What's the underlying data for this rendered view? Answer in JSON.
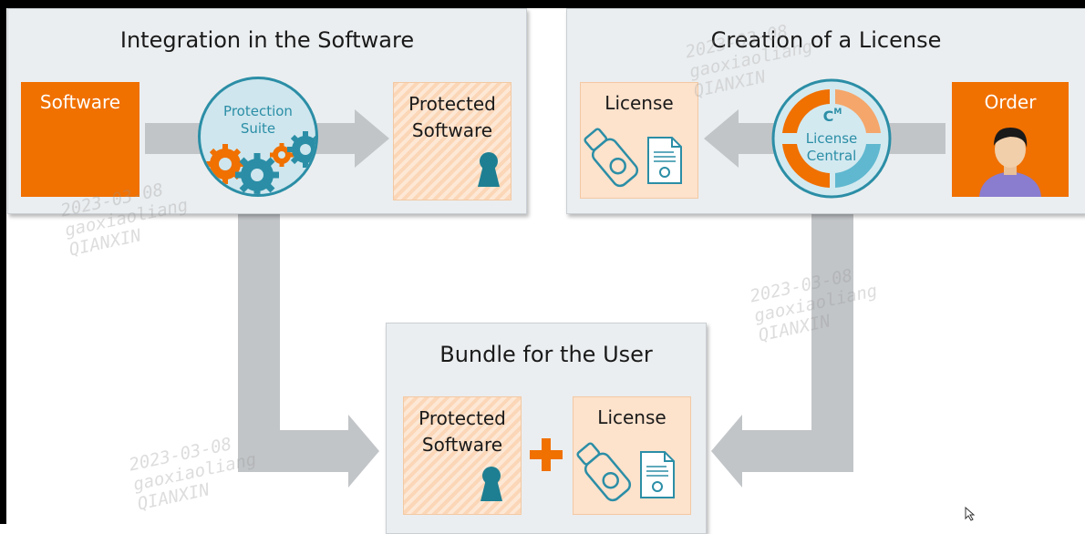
{
  "panels": {
    "integration": {
      "title": "Integration in the Software",
      "software_label": "Software",
      "suite_line1": "Protection",
      "suite_line2": "Suite",
      "protected_line1": "Protected",
      "protected_line2": "Software"
    },
    "license_creation": {
      "title": "Creation of a License",
      "license_label": "License",
      "central_line1": "License",
      "central_line2": "Central",
      "order_label": "Order"
    },
    "bundle": {
      "title": "Bundle for the User",
      "protected_line1": "Protected",
      "protected_line2": "Software",
      "license_label": "License"
    }
  },
  "watermark": {
    "date": "2023-03-08",
    "user": "gaoxiaoliang",
    "org": "QIANXIN"
  },
  "colors": {
    "orange": "#f07000",
    "peach": "#fde2cc",
    "teal": "#2b8ea6",
    "panel_bg": "#ebeef0",
    "arrow_gray": "#c2c5c8"
  }
}
